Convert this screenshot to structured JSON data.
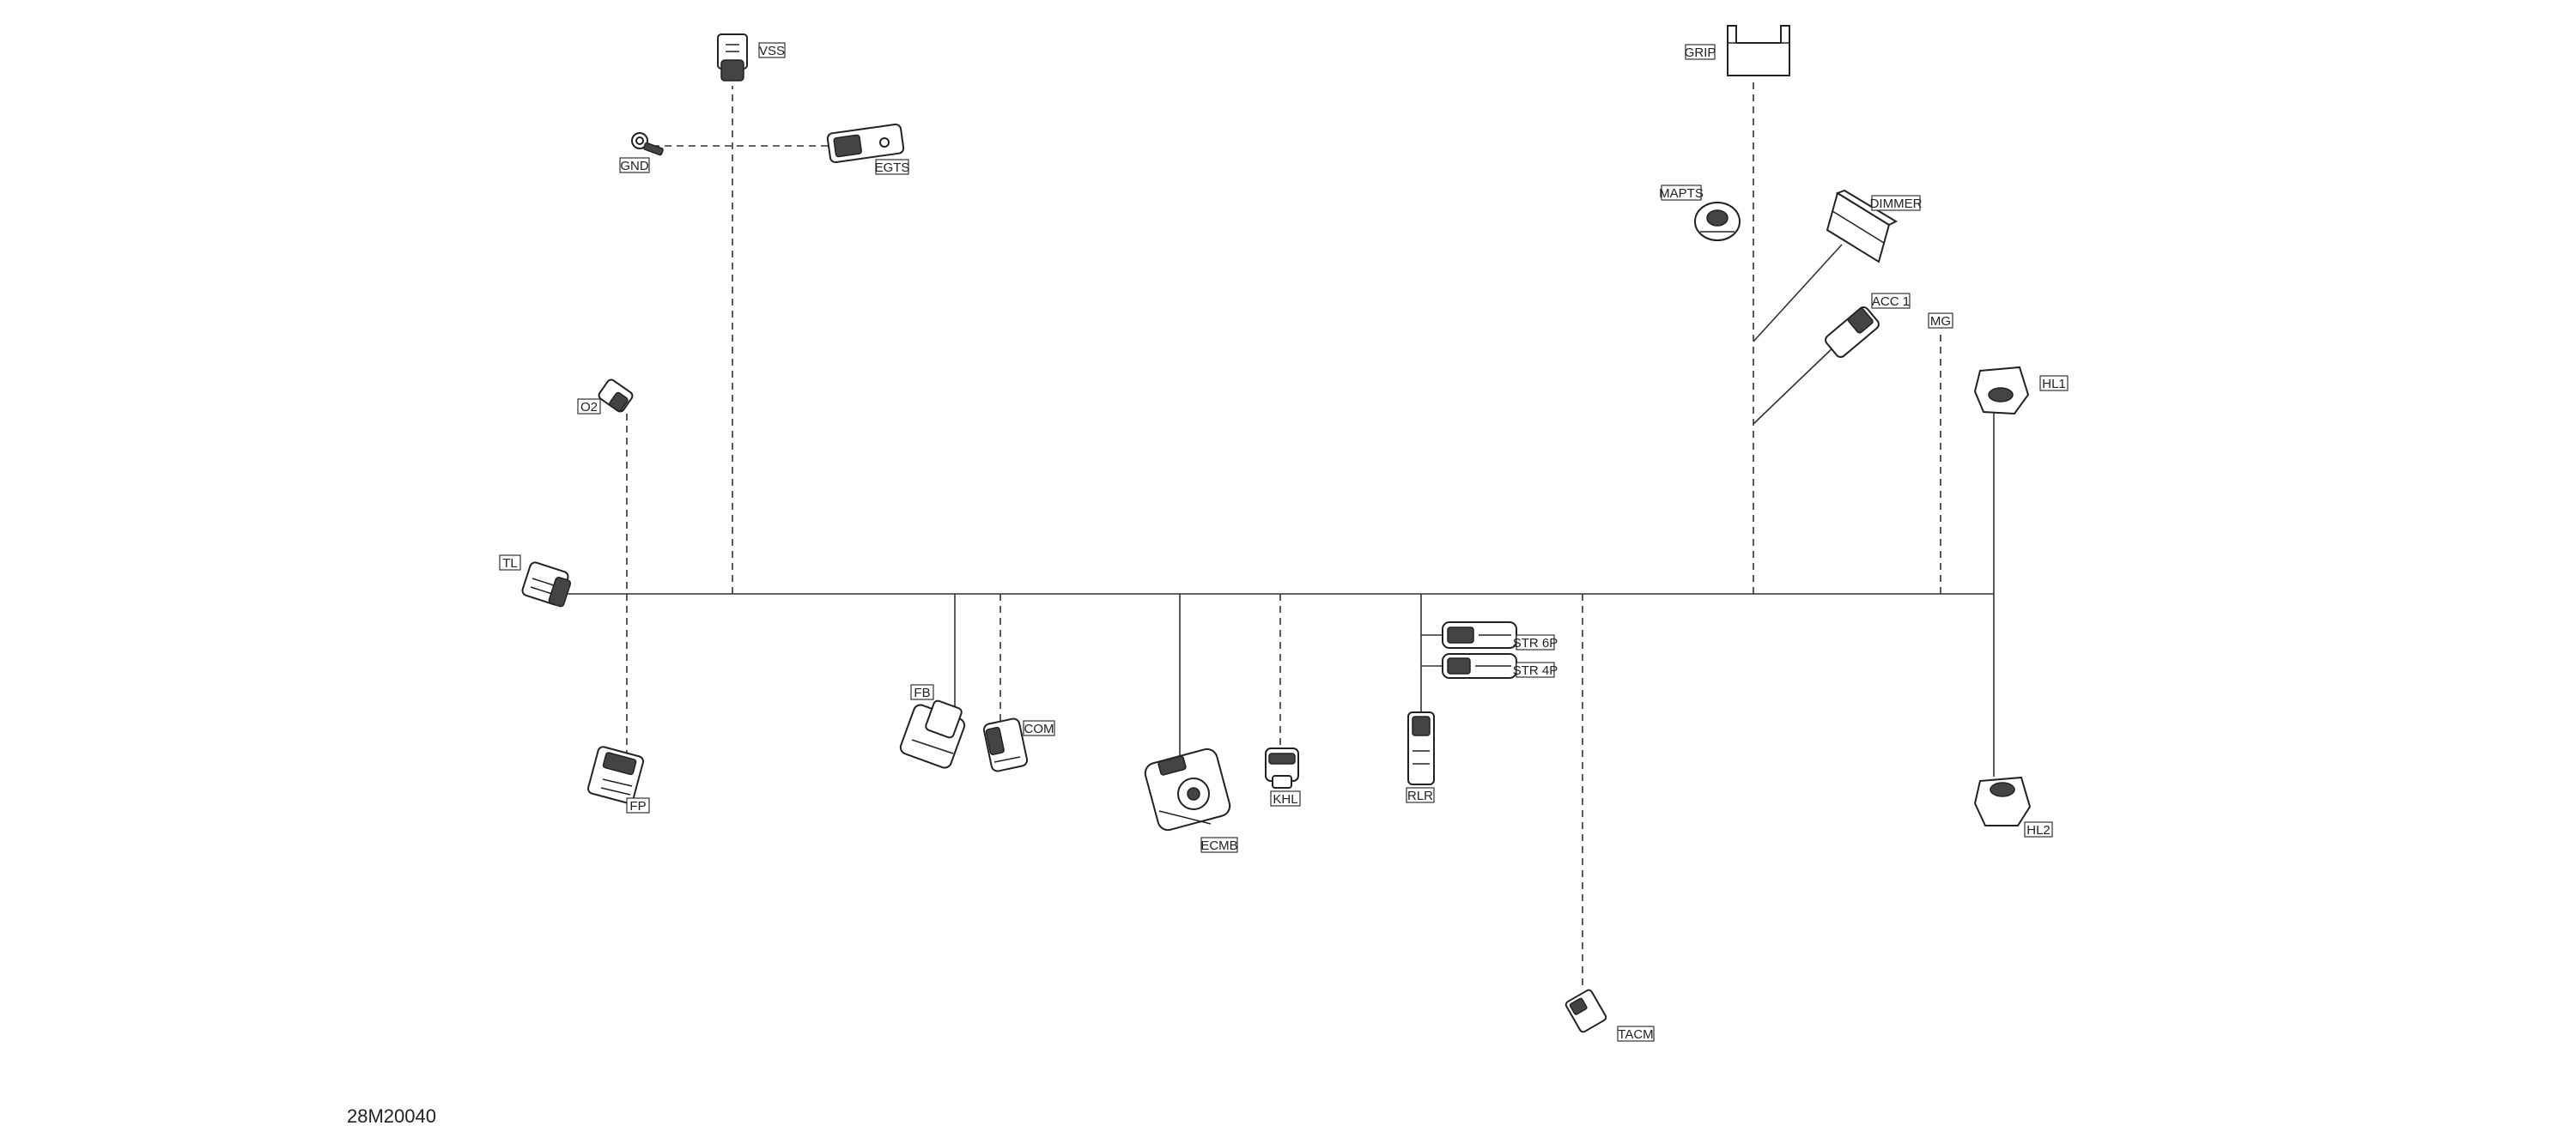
{
  "diagram": {
    "drawing_id": "28M20040",
    "connectors": {
      "vss": "VSS",
      "gnd": "GND",
      "egts": "EGTS",
      "o2": "O2",
      "tl": "TL",
      "fp": "FP",
      "fb": "FB",
      "com": "COM",
      "ecmb": "ECMB",
      "khl": "KHL",
      "rlr": "RLR",
      "str6p": "STR 6P",
      "str4p": "STR 4P",
      "tacm": "TACM",
      "grip": "GRIP",
      "mapts": "MAPTS",
      "dimmer": "DIMMER",
      "acc1": "ACC 1",
      "mg": "MG",
      "hl1": "HL1",
      "hl2": "HL2"
    }
  }
}
